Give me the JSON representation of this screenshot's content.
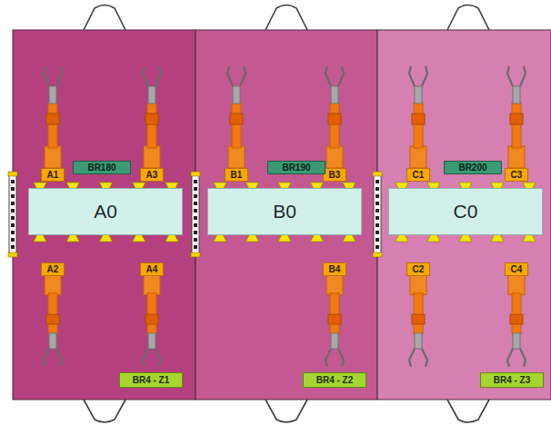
{
  "diagram": {
    "nodes": [
      {
        "text": [
          "A1"
        ]
      },
      {
        "text": [
          "A3"
        ]
      },
      {
        "text": [
          "BR180"
        ]
      },
      {
        "text": [
          "A0"
        ]
      },
      {
        "text": [
          "A2"
        ]
      },
      {
        "text": [
          "A4"
        ]
      },
      {
        "text": [
          "BR4 - Z1"
        ]
      },
      {
        "text": [
          "B1"
        ]
      },
      {
        "text": [
          "B3"
        ]
      },
      {
        "text": [
          "BR190"
        ]
      },
      {
        "text": [
          "B0"
        ]
      },
      {
        "text": [
          "B4"
        ]
      },
      {
        "text": [
          "BR4 - Z2"
        ]
      },
      {
        "text": [
          "C1"
        ]
      },
      {
        "text": [
          "C3"
        ]
      },
      {
        "text": [
          "BR200"
        ]
      },
      {
        "text": [
          "C0"
        ]
      },
      {
        "text": [
          "C2"
        ]
      },
      {
        "text": [
          "C4"
        ]
      },
      {
        "text": [
          "BR4 - Z3"
        ]
      }
    ]
  }
}
